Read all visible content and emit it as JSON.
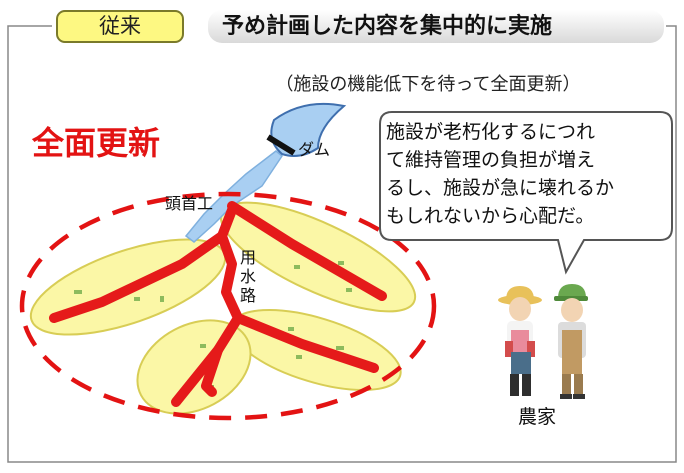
{
  "header": {
    "tag_label": "従来",
    "title": "予め計画した内容を集中的に実施"
  },
  "diagram": {
    "subtitle": "（施設の機能低下を待って全面更新）",
    "renewal_label": "全面更新",
    "dam_label": "ダム",
    "headworks_label": "頭首工",
    "canal_label": [
      "用",
      "水",
      "路"
    ],
    "speech": [
      "施設が老朽化するにつれ",
      "て維持管理の負担が増え",
      "るし、施設が急に壊れるか",
      "もしれないから心配だ。"
    ],
    "farmers_label": "農家"
  },
  "colors": {
    "canal": "#e51a1a",
    "field_fill": "#fbf7a6",
    "field_stroke": "#d8cd55",
    "river": "#a9cff2",
    "dashed_outline": "#e31313"
  }
}
